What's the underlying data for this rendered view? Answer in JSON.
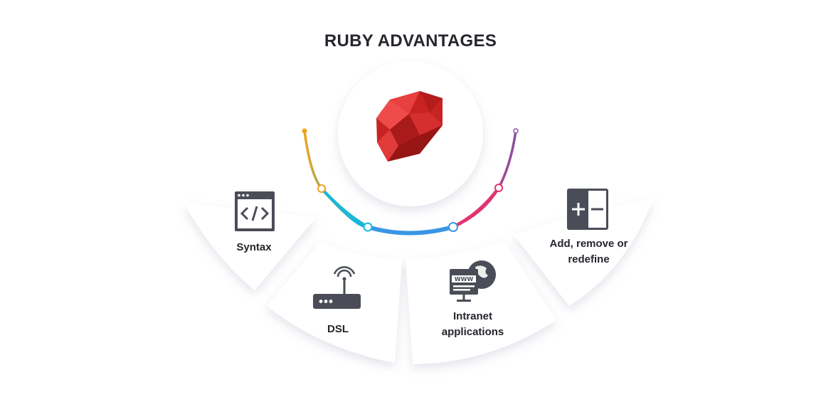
{
  "title": "RUBY ADVANTAGES",
  "items": [
    {
      "label": "Syntax",
      "icon": "code-window-icon"
    },
    {
      "label": "DSL",
      "icon": "router-icon"
    },
    {
      "label": "Intranet applications",
      "icon": "web-globe-icon"
    },
    {
      "label": "Add, remove or redefine",
      "icon": "plus-minus-icon"
    }
  ],
  "center_icon": "ruby-gem-icon",
  "colors": {
    "text": "#23252b",
    "icon": "#4a4d57",
    "ruby": "#d42a2a",
    "arc": [
      "#f0a31b",
      "#1ab8d8",
      "#3a96e4",
      "#e3336f",
      "#8a4ea3"
    ]
  }
}
